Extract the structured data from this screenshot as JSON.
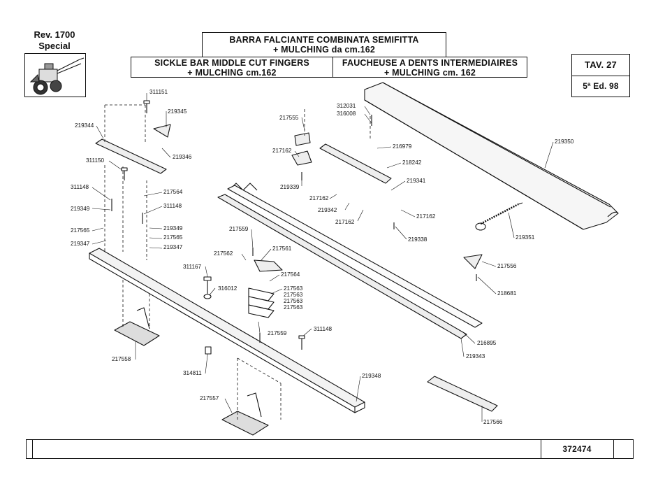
{
  "header": {
    "revision": "Rev. 1700",
    "model": "Special",
    "title_it_line1": "BARRA FALCIANTE COMBINATA SEMIFITTA",
    "title_it_line2": "+ MULCHING da cm.162",
    "title_en_line1": "SICKLE BAR MIDDLE CUT FINGERS",
    "title_en_line2": "+ MULCHING cm.162",
    "title_fr_line1": "FAUCHEUSE A DENTS INTERMEDIAIRES",
    "title_fr_line2": "+ MULCHING cm. 162",
    "table": "TAV. 27",
    "edition": "5ª Ed. 98"
  },
  "footer": {
    "code": "372474"
  },
  "parts": [
    {
      "id": "p311151",
      "label": "311151"
    },
    {
      "id": "p219345",
      "label": "219345"
    },
    {
      "id": "p219344",
      "label": "219344"
    },
    {
      "id": "p219346",
      "label": "219346"
    },
    {
      "id": "p311150",
      "label": "311150"
    },
    {
      "id": "p311148a",
      "label": "311148"
    },
    {
      "id": "p217564a",
      "label": "217564"
    },
    {
      "id": "p219349a",
      "label": "219349"
    },
    {
      "id": "p311148b",
      "label": "311148"
    },
    {
      "id": "p217565a",
      "label": "217565"
    },
    {
      "id": "p219349b",
      "label": "219349"
    },
    {
      "id": "p219347a",
      "label": "219347"
    },
    {
      "id": "p217565b",
      "label": "217565"
    },
    {
      "id": "p219347b",
      "label": "219347"
    },
    {
      "id": "p217555",
      "label": "217555"
    },
    {
      "id": "p312031",
      "label": "312031"
    },
    {
      "id": "p316008",
      "label": "316008"
    },
    {
      "id": "p216979",
      "label": "216979"
    },
    {
      "id": "p217162a",
      "label": "217162"
    },
    {
      "id": "p218242",
      "label": "218242"
    },
    {
      "id": "p219339",
      "label": "219339"
    },
    {
      "id": "p219341",
      "label": "219341"
    },
    {
      "id": "p217162b",
      "label": "217162"
    },
    {
      "id": "p219342",
      "label": "219342"
    },
    {
      "id": "p217162c",
      "label": "217162"
    },
    {
      "id": "p217162d",
      "label": "217162"
    },
    {
      "id": "p219338",
      "label": "219338"
    },
    {
      "id": "p219350",
      "label": "219350"
    },
    {
      "id": "p219351",
      "label": "219351"
    },
    {
      "id": "p217559a",
      "label": "217559"
    },
    {
      "id": "p217562",
      "label": "217562"
    },
    {
      "id": "p217561",
      "label": "217561"
    },
    {
      "id": "p311167",
      "label": "311167"
    },
    {
      "id": "p217564b",
      "label": "217564"
    },
    {
      "id": "p316012",
      "label": "316012"
    },
    {
      "id": "p217563a",
      "label": "217563"
    },
    {
      "id": "p217563b",
      "label": "217563"
    },
    {
      "id": "p217563c",
      "label": "217563"
    },
    {
      "id": "p217563d",
      "label": "217563"
    },
    {
      "id": "p217556",
      "label": "217556"
    },
    {
      "id": "p218681",
      "label": "218681"
    },
    {
      "id": "p217559b",
      "label": "217559"
    },
    {
      "id": "p311148c",
      "label": "311148"
    },
    {
      "id": "p216895",
      "label": "216895"
    },
    {
      "id": "p219343",
      "label": "219343"
    },
    {
      "id": "p217558",
      "label": "217558"
    },
    {
      "id": "p314811",
      "label": "314811"
    },
    {
      "id": "p219348",
      "label": "219348"
    },
    {
      "id": "p217557",
      "label": "217557"
    },
    {
      "id": "p217566",
      "label": "217566"
    }
  ]
}
